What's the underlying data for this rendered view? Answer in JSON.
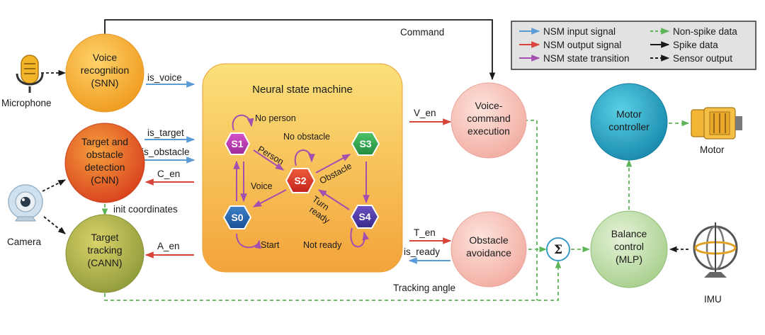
{
  "nodes": {
    "voice_recognition": [
      "Voice",
      "recognition",
      "(SNN)"
    ],
    "target_detection": [
      "Target and",
      "obstacle",
      "detection",
      "(CNN)"
    ],
    "target_tracking": [
      "Target",
      "tracking",
      "(CANN)"
    ],
    "voice_command": [
      "Voice-",
      "command",
      "execution"
    ],
    "obstacle_avoidance": [
      "Obstacle",
      "avoidance"
    ],
    "motor_controller": [
      "Motor",
      "controller"
    ],
    "balance_control": [
      "Balance",
      "control",
      "(MLP)"
    ]
  },
  "devices": {
    "microphone": "Microphone",
    "camera": "Camera",
    "motor": "Motor",
    "imu": "IMU"
  },
  "nsm": {
    "title": "Neural state machine",
    "states": [
      "S0",
      "S1",
      "S2",
      "S3",
      "S4"
    ],
    "transitions": {
      "no_person": "No person",
      "person": "Person",
      "no_obstacle": "No obstacle",
      "obstacle": "Obstacle",
      "voice": "Voice",
      "turn_ready": [
        "Turn",
        "ready"
      ],
      "start": "Start",
      "not_ready": "Not ready"
    }
  },
  "edges": {
    "is_voice": "is_voice",
    "is_target": "is_target",
    "is_obstacle": "is_obstacle",
    "c_en": "C_en",
    "a_en": "A_en",
    "v_en": "V_en",
    "t_en": "T_en",
    "is_ready": "is_ready",
    "command": "Command",
    "init_coordinates": "init coordinates",
    "tracking_angle": "Tracking angle",
    "sum_symbol": "Σ"
  },
  "legend": {
    "nsm_input": "NSM input signal",
    "nsm_output": "NSM output signal",
    "nsm_state": "NSM state transition",
    "non_spike": "Non-spike data",
    "spike": "Spike data",
    "sensor": "Sensor output"
  },
  "colors": {
    "nsm_input": "#5b9bd5",
    "nsm_output": "#d9443a",
    "nsm_state": "#a24fb0",
    "non_spike": "#5fb65a",
    "spike": "#1a1a1a",
    "sensor": "#1a1a1a"
  }
}
